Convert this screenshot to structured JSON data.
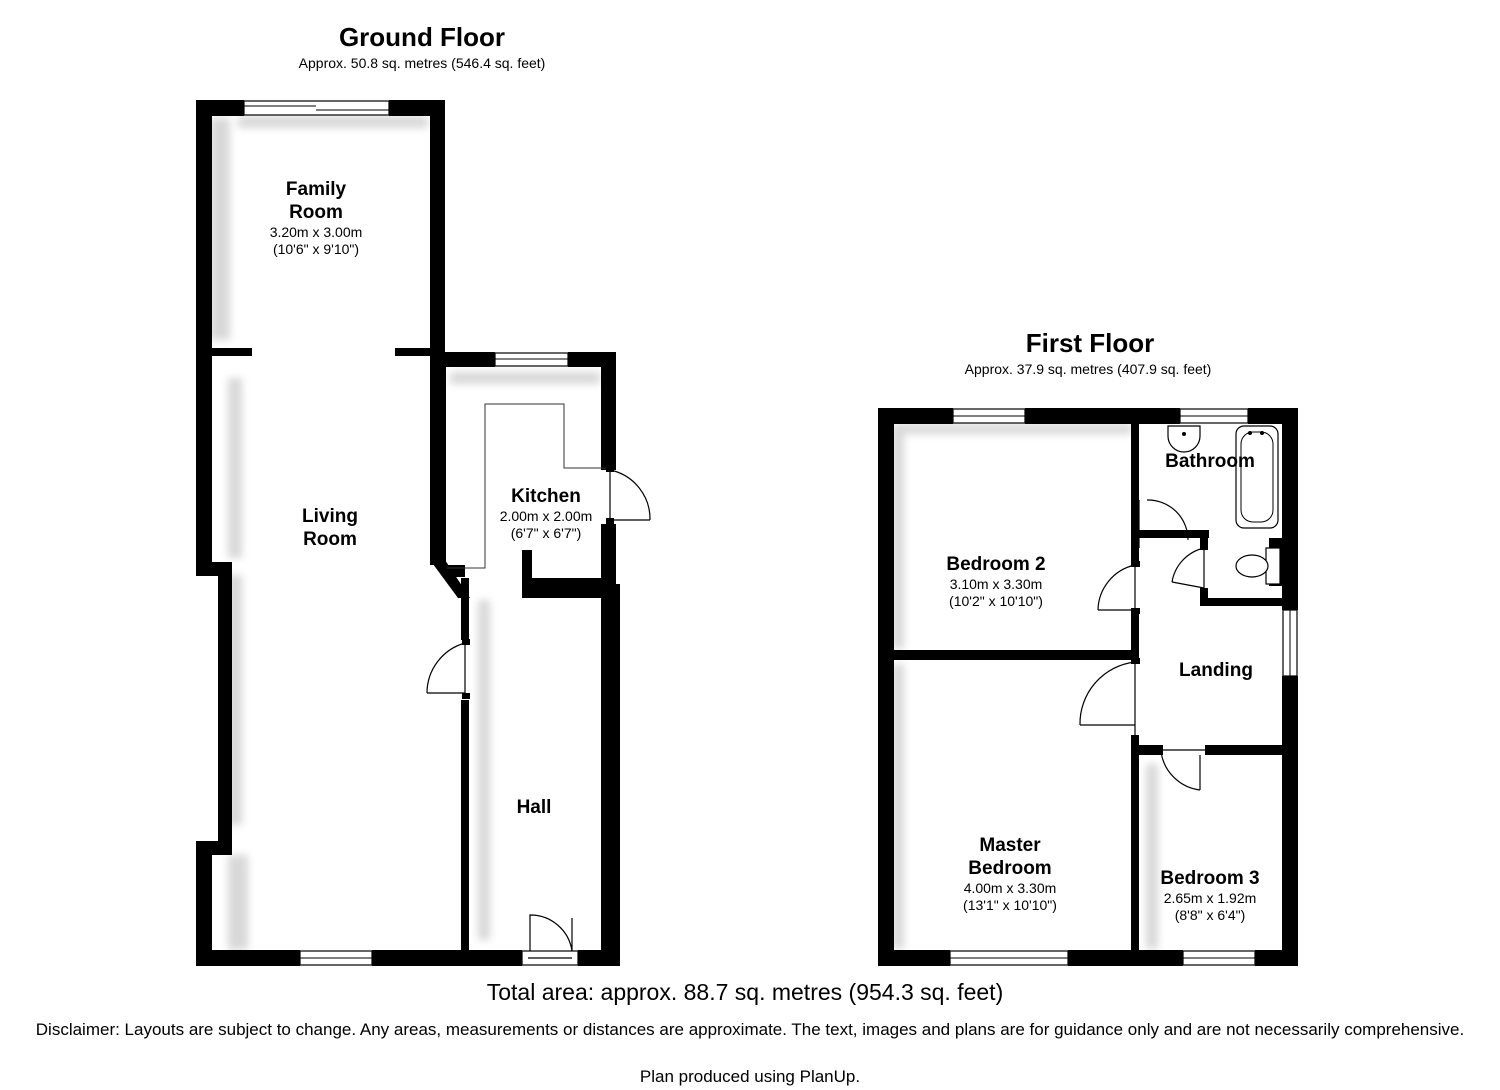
{
  "ground_floor": {
    "title": "Ground Floor",
    "area": "Approx. 50.8 sq. metres (546.4 sq. feet)",
    "rooms": [
      {
        "name_lines": [
          "Family",
          "Room"
        ],
        "dims": "3.20m x 3.00m",
        "dims_imperial": "(10'6\" x 9'10\")"
      },
      {
        "name_lines": [
          "Living",
          "Room"
        ]
      },
      {
        "name_lines": [
          "Kitchen"
        ],
        "dims": "2.00m x 2.00m",
        "dims_imperial": "(6'7\" x 6'7\")"
      },
      {
        "name_lines": [
          "Hall"
        ]
      }
    ]
  },
  "first_floor": {
    "title": "First Floor",
    "area": "Approx. 37.9 sq. metres (407.9 sq. feet)",
    "rooms": [
      {
        "name_lines": [
          "Bathroom"
        ]
      },
      {
        "name_lines": [
          "Bedroom 2"
        ],
        "dims": "3.10m x 3.30m",
        "dims_imperial": "(10'2\" x 10'10\")"
      },
      {
        "name_lines": [
          "Landing"
        ]
      },
      {
        "name_lines": [
          "Master",
          "Bedroom"
        ],
        "dims": "4.00m x 3.30m",
        "dims_imperial": "(13'1\" x 10'10\")"
      },
      {
        "name_lines": [
          "Bedroom 3"
        ],
        "dims": "2.65m x 1.92m",
        "dims_imperial": "(8'8\" x 6'4\")"
      }
    ]
  },
  "total_area": "Total area: approx. 88.7 sq. metres (954.3 sq. feet)",
  "disclaimer": "Disclaimer: Layouts are subject to change. Any areas, measurements or distances are approximate. The text, images and plans are for guidance only and are not necessarily comprehensive.",
  "credit": "Plan produced using PlanUp.",
  "colors": {
    "wall": "#000000",
    "shadow": "#c8c8c8",
    "background": "#ffffff"
  }
}
